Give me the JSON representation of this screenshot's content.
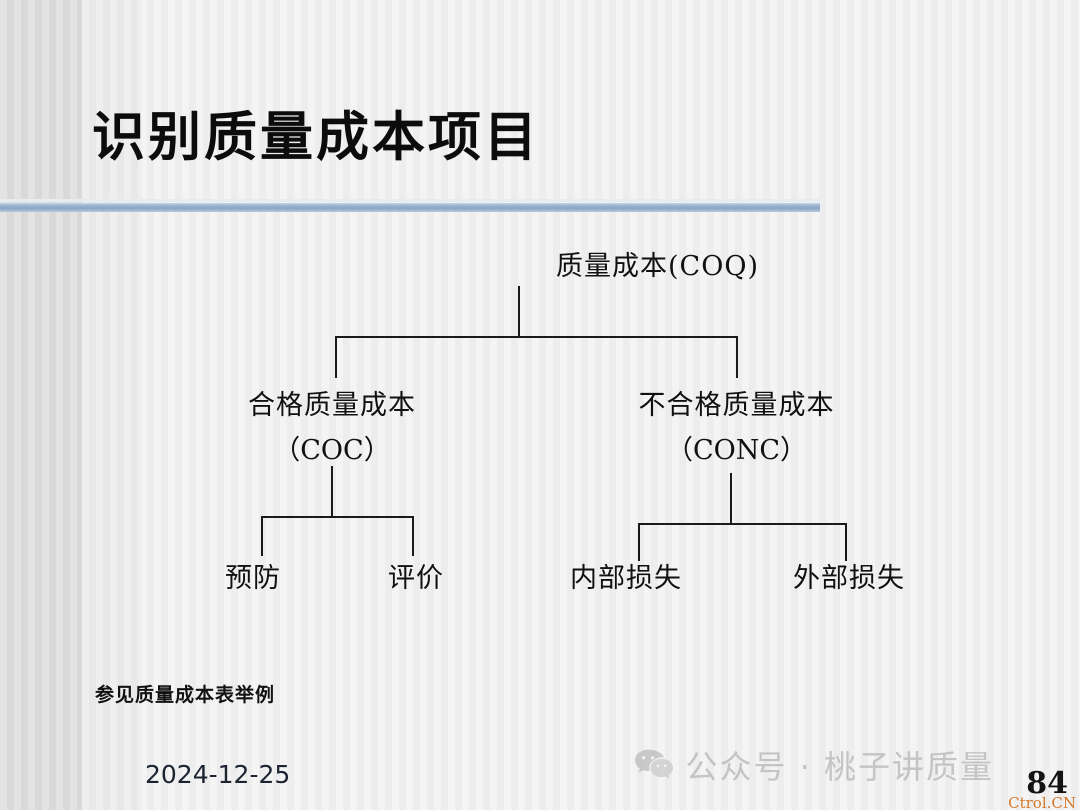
{
  "slide": {
    "title": "识别质量成本项目",
    "footnote": "参见质量成本表举例",
    "date": "2024-12-25",
    "page_number": "84",
    "credit": "Ctrol.CN",
    "accent_color": "#8aa6c6",
    "credit_color": "#d4782a",
    "watermark_color": "#b3b3b3"
  },
  "watermark": {
    "icon": "wechat-icon",
    "text": "公众号 · 桃子讲质量"
  },
  "diagram": {
    "type": "tree",
    "root": {
      "label": "质量成本(COQ)"
    },
    "level2": [
      {
        "label_main": "合格质量成本",
        "label_abbr": "（COC）"
      },
      {
        "label_main": "不合格质量成本",
        "label_abbr": "（CONC）"
      }
    ],
    "leaves": [
      {
        "label": "预防",
        "parent": "合格质量成本（COC）"
      },
      {
        "label": "评价",
        "parent": "合格质量成本（COC）"
      },
      {
        "label": "内部损失",
        "parent": "不合格质量成本（CONC）"
      },
      {
        "label": "外部损失",
        "parent": "不合格质量成本（CONC）"
      }
    ]
  }
}
